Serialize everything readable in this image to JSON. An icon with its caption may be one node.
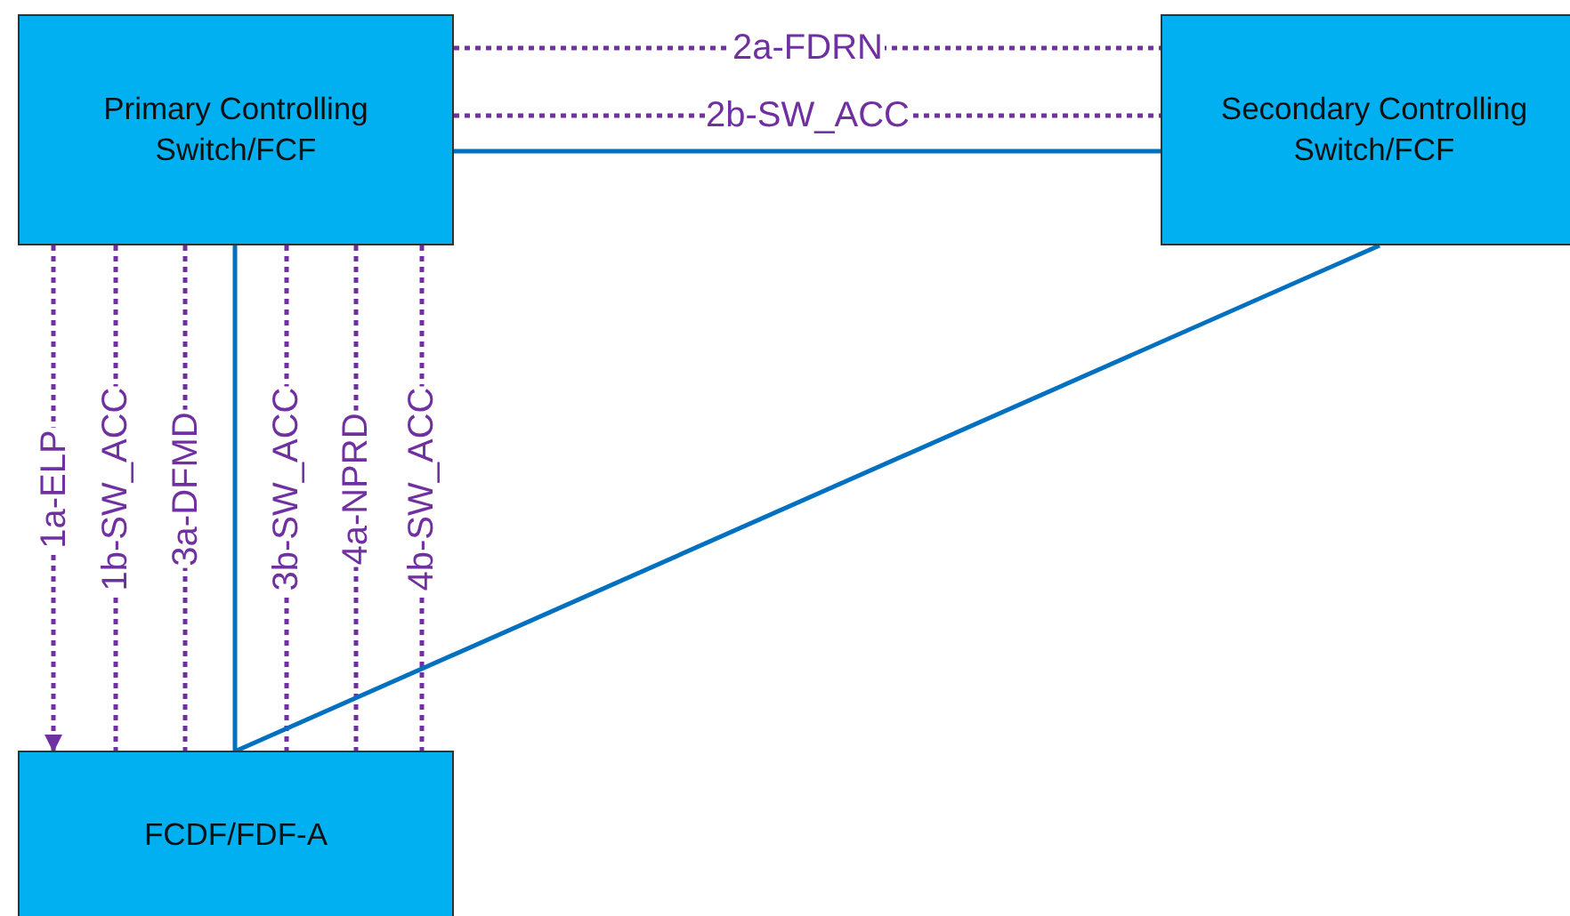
{
  "diagram": {
    "nodes": [
      {
        "text": [
          "Primary Controlling Switch/FCF"
        ]
      },
      {
        "text": [
          "Secondary Controlling Switch/FCF"
        ]
      },
      {
        "text": [
          "FCDF/FDF-A"
        ]
      }
    ],
    "edges": [
      {
        "from": 0,
        "to": 1,
        "label": "2a-FDRN",
        "arrow": "none",
        "style": "dashed"
      },
      {
        "from": 0,
        "to": 1,
        "label": "2b-SW_ACC",
        "arrow": "none",
        "style": "dashed"
      },
      {
        "from": 0,
        "to": 1,
        "arrow": "none",
        "color": "#0070c0"
      },
      {
        "from": 0,
        "to": 2,
        "label": "1a-ELP",
        "arrow": "to",
        "style": "dashed"
      },
      {
        "from": 0,
        "to": 2,
        "label": "1b-SW_ACC",
        "arrow": "none",
        "style": "dashed"
      },
      {
        "from": 0,
        "to": 2,
        "label": "3a-DFMD",
        "arrow": "none",
        "style": "dashed"
      },
      {
        "from": 0,
        "to": 2,
        "arrow": "none",
        "color": "#0070c0"
      },
      {
        "from": 0,
        "to": 2,
        "label": "3b-SW_ACC",
        "arrow": "none",
        "style": "dashed"
      },
      {
        "from": 0,
        "to": 2,
        "label": "4a-NPRD",
        "arrow": "none",
        "style": "dashed"
      },
      {
        "from": 0,
        "to": 2,
        "label": "4b-SW_ACC",
        "arrow": "none",
        "style": "dashed"
      },
      {
        "from": 1,
        "to": 2,
        "arrow": "none",
        "color": "#0070c0"
      }
    ]
  }
}
